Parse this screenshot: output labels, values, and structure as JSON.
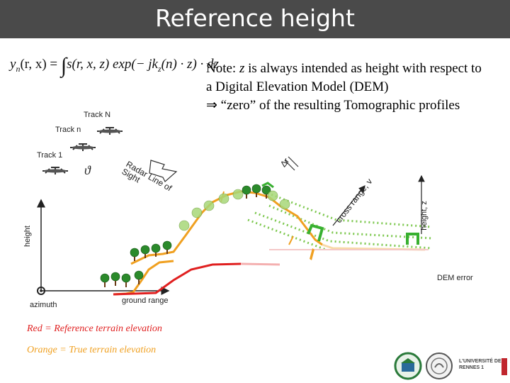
{
  "title": "Reference height",
  "equation": {
    "lhs": "y",
    "lhs_sub": "n",
    "lhs_args": "(r, x) = ",
    "integral_body": "s(r, x, z) exp(− jk",
    "kz_sub": "z",
    "tail": "(n) · z) · dz"
  },
  "note": {
    "line1_prefix": "Note: ",
    "line1_var": "z",
    "line1_suffix": " is always intended as height with respect to",
    "line2": "a Digital Elevation Model (DEM)",
    "line3_symbol": "⇒",
    "line3_text": " “zero” of the resulting Tomographic profiles"
  },
  "labels": {
    "track_N": "Track N",
    "track_n": "Track n",
    "track_1": "Track 1",
    "theta": "ϑ",
    "delta_r": "Δr",
    "radar_los": "Radar Line of Sight",
    "cross_range": "cross range, v",
    "height_z": "height, z",
    "height": "height",
    "dem_error": "DEM error",
    "azimuth": "azimuth",
    "ground_range": "ground range"
  },
  "legend": {
    "red": "Red = Reference terrain elevation",
    "orange": "Orange = True terrain elevation"
  },
  "colors": {
    "title_bar": "#4a4a4a",
    "reference_terrain": "#e02020",
    "true_terrain": "#f0a020",
    "green_dots": "#7ec850",
    "blue": "#2050c0"
  },
  "logos": {
    "right_logo_text": "L'UNIVERSITÉ DE RENNES 1"
  }
}
